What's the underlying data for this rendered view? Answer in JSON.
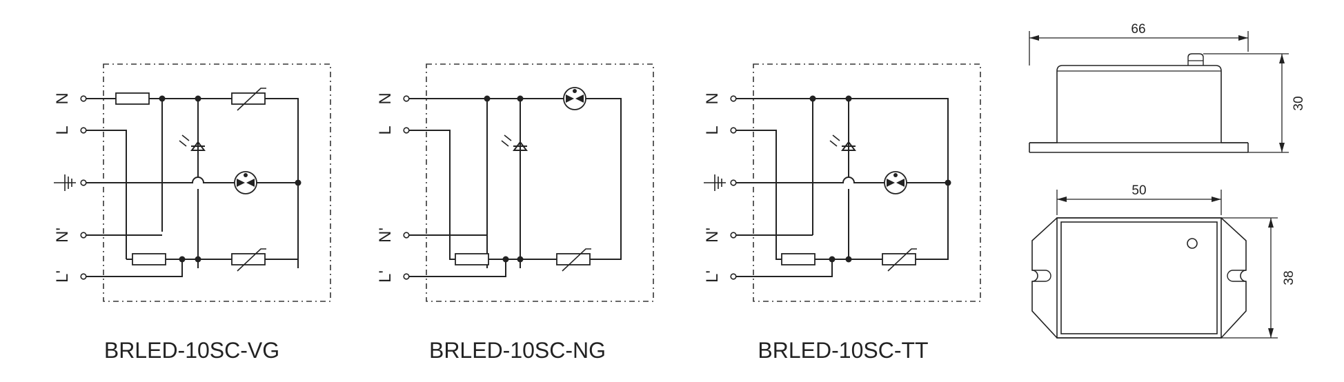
{
  "pin_labels": [
    "N",
    "L",
    "N'",
    "L'"
  ],
  "circuits": [
    {
      "model": "BRLED-10SC-VG"
    },
    {
      "model": "BRLED-10SC-NG"
    },
    {
      "model": "BRLED-10SC-TT"
    }
  ],
  "dimensions": {
    "side_length": "66",
    "side_height": "30",
    "top_length": "50",
    "top_width": "38"
  }
}
